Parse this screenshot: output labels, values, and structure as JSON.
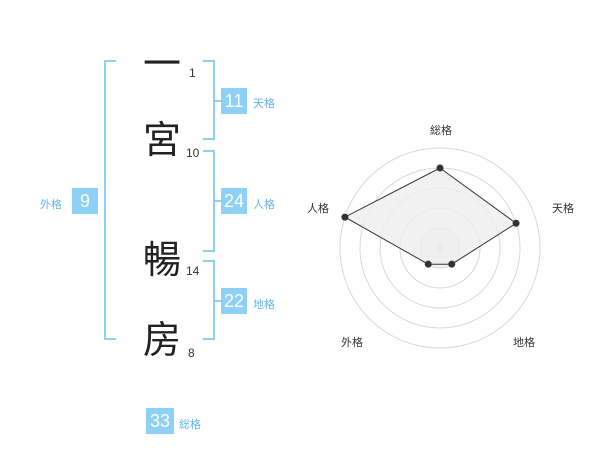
{
  "name": {
    "chars": [
      {
        "char": "一",
        "strokes": "1"
      },
      {
        "char": "宮",
        "strokes": "10"
      },
      {
        "char": "暢",
        "strokes": "14"
      },
      {
        "char": "房",
        "strokes": "8"
      }
    ]
  },
  "kakusu": {
    "ten": {
      "value": "11",
      "label": "天格"
    },
    "jin": {
      "value": "24",
      "label": "人格"
    },
    "chi": {
      "value": "22",
      "label": "地格"
    },
    "gai": {
      "value": "9",
      "label": "外格"
    },
    "sou": {
      "value": "33",
      "label": "総格"
    }
  },
  "radar": {
    "labels": {
      "sou": "総格",
      "ten": "天格",
      "chi": "地格",
      "gai": "外格",
      "jin": "人格"
    },
    "levels": 5,
    "values": {
      "sou": 4,
      "ten": 4,
      "chi": 1,
      "gai": 1,
      "jin": 5
    },
    "max": 5,
    "colors": {
      "fill": "#ededed",
      "stroke": "#333333",
      "ring": "#d8d8d8",
      "dot": "#333333",
      "center": "#cccccc"
    }
  }
}
